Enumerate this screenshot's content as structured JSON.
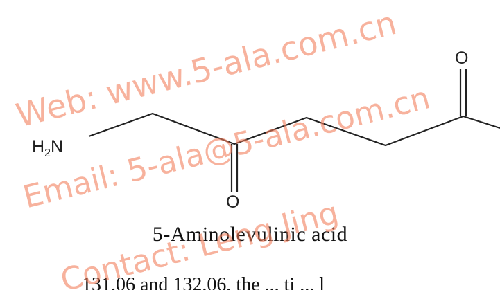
{
  "molecule": {
    "amine_label": "H",
    "amine_sub": "2",
    "amine_atom": "N",
    "ketone_oxygen": "O",
    "acid_oxygen": "O"
  },
  "caption": "5-Aminolevulinic acid",
  "footer_text": "131.06 and 132.06, the ... ti ... l",
  "watermark": {
    "web": "Web: www.5-ala.com.cn",
    "email": "Email: 5-ala@5-ala.com.cn",
    "contact": "Contact: Leng Jing",
    "color": "#f27b58"
  }
}
